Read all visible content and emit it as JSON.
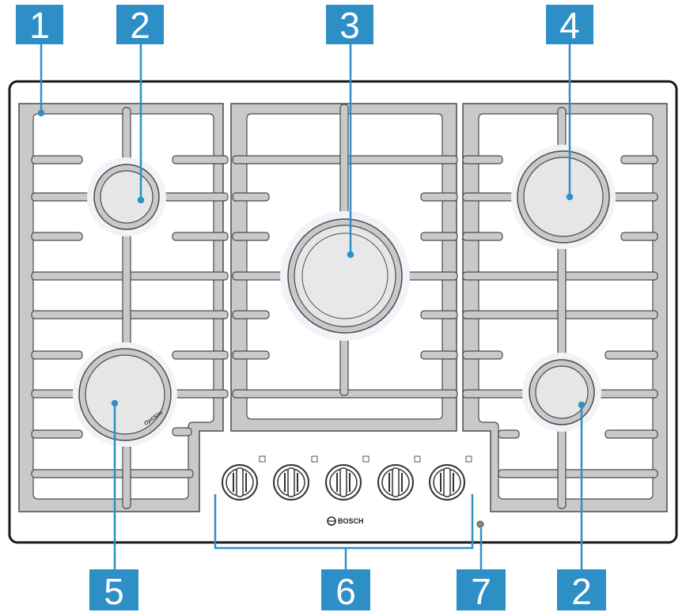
{
  "diagram": {
    "brand": "BOSCH",
    "burner_mark": "OptiSim",
    "callouts": [
      {
        "id": "c1",
        "label": "1"
      },
      {
        "id": "c2a",
        "label": "2"
      },
      {
        "id": "c3",
        "label": "3"
      },
      {
        "id": "c4",
        "label": "4"
      },
      {
        "id": "c5",
        "label": "5"
      },
      {
        "id": "c6",
        "label": "6"
      },
      {
        "id": "c7",
        "label": "7"
      },
      {
        "id": "c2b",
        "label": "2"
      }
    ]
  },
  "colors": {
    "callout_box": "#2e8fc7",
    "callout_text": "#ffffff",
    "grate": "#c9c9c9",
    "grate_outline": "#4a4a4a",
    "burner_cap": "#dcdcdc",
    "cooktop_outline": "#1a1a1a",
    "leader_line": "#2e8fc7"
  }
}
